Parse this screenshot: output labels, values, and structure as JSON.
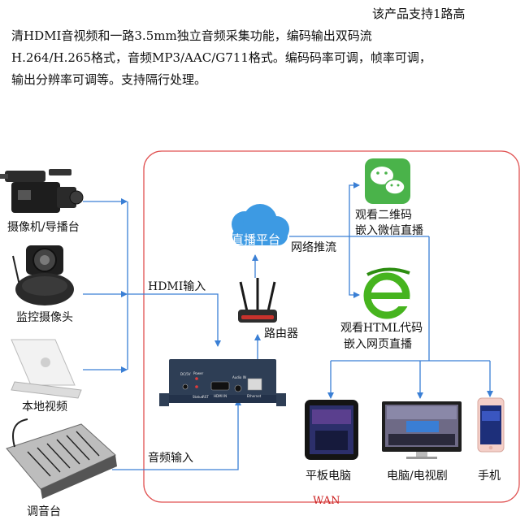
{
  "intro": {
    "lines": [
      "该产品支持1路高",
      "清HDMI音视频和一路3.5mm独立音频采集功能，编码输出双码流",
      "H.264/H.265格式，音频MP3/AAC/G711格式。编码码率可调，帧率可调，",
      "输出分辨率可调等。支持隔行处理。"
    ]
  },
  "inputs": {
    "camera": "摄像机/导播台",
    "cctv": "监控摄像头",
    "local_video": "本地视频",
    "mixer": "调音台"
  },
  "links": {
    "hdmi_in": "HDMI输入",
    "audio_in": "音频输入",
    "push_stream": "网络推流"
  },
  "network": {
    "platform": "直播平台",
    "router": "路由器",
    "wan": "WAN"
  },
  "outputs": {
    "wechat": [
      "观看二维码",
      "嵌入微信直播"
    ],
    "html": [
      "观看HTML代码",
      "嵌入网页直播"
    ],
    "tablet": "平板电脑",
    "pc_tv": "电脑/电视剧",
    "phone": "手机"
  },
  "device_ports": {
    "dc": "DC/5V",
    "power": "Power",
    "status": "Status",
    "rst": "RST",
    "hdmi": "HDMI IN",
    "audio": "Audio IN",
    "ethernet": "Ethernet"
  },
  "colors": {
    "line": "#3a7fd5",
    "wan_border": "#e05050",
    "cloud": "#3d9ae3",
    "wechat": "#4ab34a",
    "ie": "#46b41e"
  }
}
